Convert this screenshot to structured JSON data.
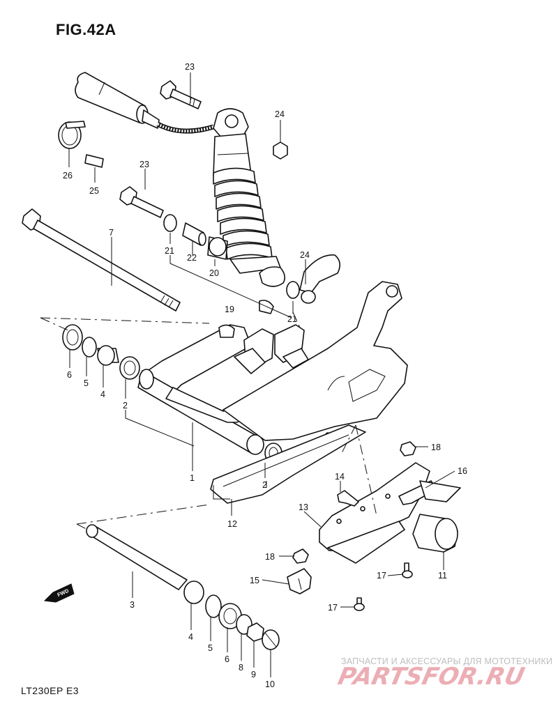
{
  "figure_title": "FIG.42A",
  "model_code": "LT230EP  E3",
  "watermark": {
    "caption": "ЗАПЧАСТИ И АКСЕССУАРЫ ДЛЯ МОТОТЕХНИКИ",
    "logo_text": "PARTSFOR.RU",
    "color": "#e8a0a8"
  },
  "direction_arrow": "FWD",
  "callouts": {
    "c1": "1",
    "c2a": "2",
    "c2b": "2",
    "c3": "3",
    "c4a": "4",
    "c4b": "4",
    "c5a": "5",
    "c5b": "5",
    "c6a": "6",
    "c6b": "6",
    "c7": "7",
    "c8": "8",
    "c9": "9",
    "c10": "10",
    "c11": "11",
    "c12": "12",
    "c13": "13",
    "c14": "14",
    "c15": "15",
    "c16": "16",
    "c17a": "17",
    "c17b": "17",
    "c18a": "18",
    "c18b": "18",
    "c19": "19",
    "c20": "20",
    "c21a": "21",
    "c21b": "21",
    "c22": "22",
    "c23a": "23",
    "c23b": "23",
    "c24a": "24",
    "c24b": "24",
    "c25": "25",
    "c26": "26"
  }
}
